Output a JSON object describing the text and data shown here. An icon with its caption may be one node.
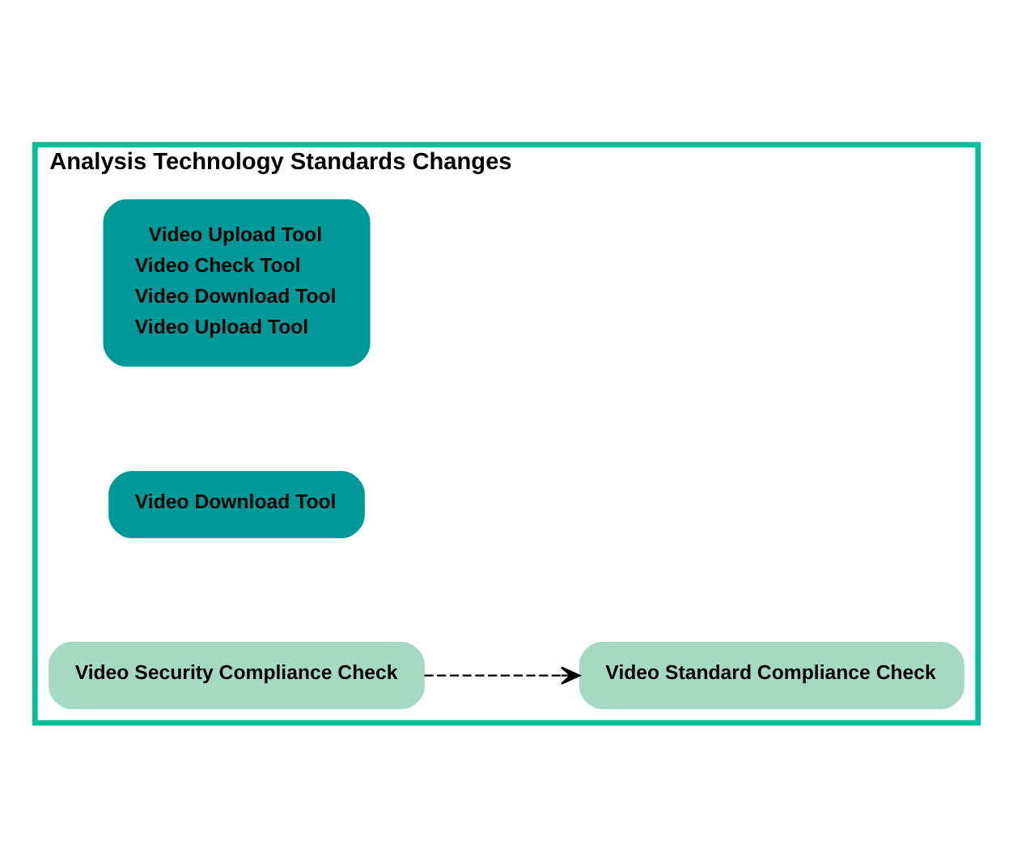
{
  "diagram": {
    "nodes": [
      {
        "text": [
          "Analysis Technology Standards Changes"
        ]
      },
      {
        "text": [
          "Video Upload Tool",
          "Video Check Tool",
          "Video Download Tool",
          "Video Upload Tool"
        ],
        "in": 0
      },
      {
        "text": [
          "Video Download Tool"
        ],
        "in": 0
      },
      {
        "text": [
          "Video Security Compliance Check"
        ],
        "in": 0
      },
      {
        "text": [
          "Video Standard Compliance Check"
        ],
        "in": 0
      }
    ],
    "edges": [
      {
        "from": 3,
        "to": 4,
        "arrow": "to",
        "style": "dashed"
      }
    ]
  }
}
